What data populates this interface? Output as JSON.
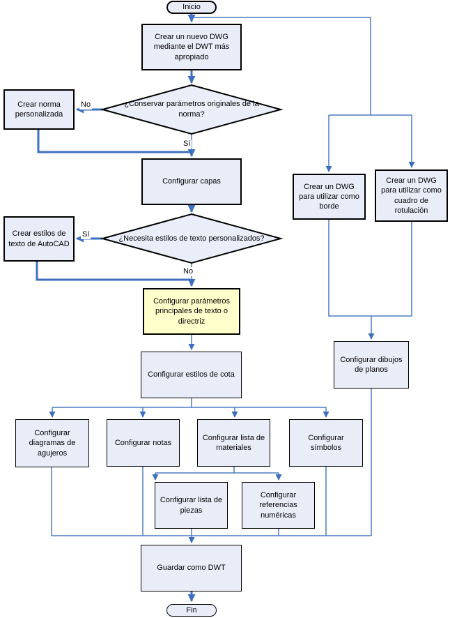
{
  "diagram": {
    "nodes": {
      "inicio": "Inicio",
      "crear_nuevo_dwg": "Crear un nuevo DWG mediante el DWT más apropiado",
      "decision_norma": "¿Conservar parámetros originales de la norma?",
      "crear_norma": "Crear norma personalizada",
      "configurar_capas": "Configurar capas",
      "decision_estilos": "¿Necesita estilos de texto personalizados?",
      "crear_estilos_texto": "Crear estilos de texto de AutoCAD",
      "configurar_parametros": "Configurar parámetros principales de texto o directriz",
      "configurar_cota": "Configurar estilos de cota",
      "configurar_diagramas": "Configurar diagramas de agujeros",
      "configurar_notas": "Configurar notas",
      "configurar_materiales": "Configurar lista de materiales",
      "configurar_simbolos": "Configurar símbolos",
      "configurar_piezas": "Configurar lista de piezas",
      "configurar_referencias": "Configurar referencias numéricas",
      "guardar_dwt": "Guardar como DWT",
      "fin": "Fin",
      "crear_dwg_borde": "Crear un DWG para utilizar como borde",
      "crear_dwg_rotulacion": "Crear un DWG para utilizar como cuadro de rotulación",
      "configurar_dibujos": "Configurar dibujos de planos"
    },
    "edge_labels": {
      "decision_norma_no": "No",
      "decision_norma_si": "Sí",
      "decision_estilos_si": "Sí",
      "decision_estilos_no": "No"
    },
    "edges": [
      {
        "from": "inicio",
        "to": "crear_nuevo_dwg"
      },
      {
        "from": "inicio",
        "to": "crear_dwg_borde"
      },
      {
        "from": "inicio",
        "to": "crear_dwg_rotulacion"
      },
      {
        "from": "crear_nuevo_dwg",
        "to": "decision_norma"
      },
      {
        "from": "decision_norma",
        "to": "crear_norma",
        "label": "No"
      },
      {
        "from": "decision_norma",
        "to": "configurar_capas",
        "label": "Sí"
      },
      {
        "from": "crear_norma",
        "to": "configurar_capas"
      },
      {
        "from": "configurar_capas",
        "to": "decision_estilos"
      },
      {
        "from": "decision_estilos",
        "to": "crear_estilos_texto",
        "label": "Sí"
      },
      {
        "from": "decision_estilos",
        "to": "configurar_parametros",
        "label": "No"
      },
      {
        "from": "crear_estilos_texto",
        "to": "configurar_parametros"
      },
      {
        "from": "configurar_parametros",
        "to": "configurar_cota"
      },
      {
        "from": "configurar_cota",
        "to": "configurar_diagramas"
      },
      {
        "from": "configurar_cota",
        "to": "configurar_notas"
      },
      {
        "from": "configurar_cota",
        "to": "configurar_materiales"
      },
      {
        "from": "configurar_cota",
        "to": "configurar_simbolos"
      },
      {
        "from": "configurar_materiales",
        "to": "configurar_piezas"
      },
      {
        "from": "configurar_materiales",
        "to": "configurar_referencias"
      },
      {
        "from": "crear_dwg_borde",
        "to": "configurar_dibujos"
      },
      {
        "from": "crear_dwg_rotulacion",
        "to": "configurar_dibujos"
      },
      {
        "from": "configurar_diagramas",
        "to": "guardar_dwt"
      },
      {
        "from": "configurar_notas",
        "to": "guardar_dwt"
      },
      {
        "from": "configurar_piezas",
        "to": "guardar_dwt"
      },
      {
        "from": "configurar_referencias",
        "to": "guardar_dwt"
      },
      {
        "from": "configurar_simbolos",
        "to": "guardar_dwt"
      },
      {
        "from": "configurar_dibujos",
        "to": "guardar_dwt"
      },
      {
        "from": "guardar_dwt",
        "to": "fin"
      }
    ],
    "colors": {
      "connector": "#3e6fbe",
      "node_fill": "#e9edf8",
      "highlight_fill": "#ffffcb",
      "node_border": "#000000"
    }
  }
}
